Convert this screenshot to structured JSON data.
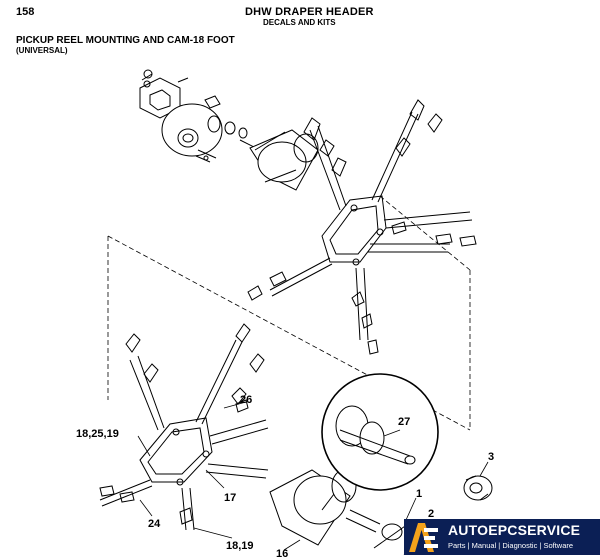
{
  "header": {
    "page_number": "158",
    "title": "DHW DRAPER HEADER",
    "subtitle": "DECALS AND KITS"
  },
  "section": {
    "title": "PICKUP REEL MOUNTING AND CAM-18 FOOT",
    "subtitle": "(UNIVERSAL)"
  },
  "callouts": {
    "c26": "26",
    "c18_25_19": "18,25,19",
    "c27": "27",
    "c3": "3",
    "c17": "17",
    "c1": "1",
    "c2": "2",
    "c24": "24",
    "c18_19": "18,19",
    "c16": "16"
  },
  "watermark": {
    "brand": "AUTOEPCSERVICE",
    "tagline": "Parts | Manual | Diagnostic | Software",
    "accent_color": "#f4a21b",
    "background_color": "#0b1f55"
  }
}
